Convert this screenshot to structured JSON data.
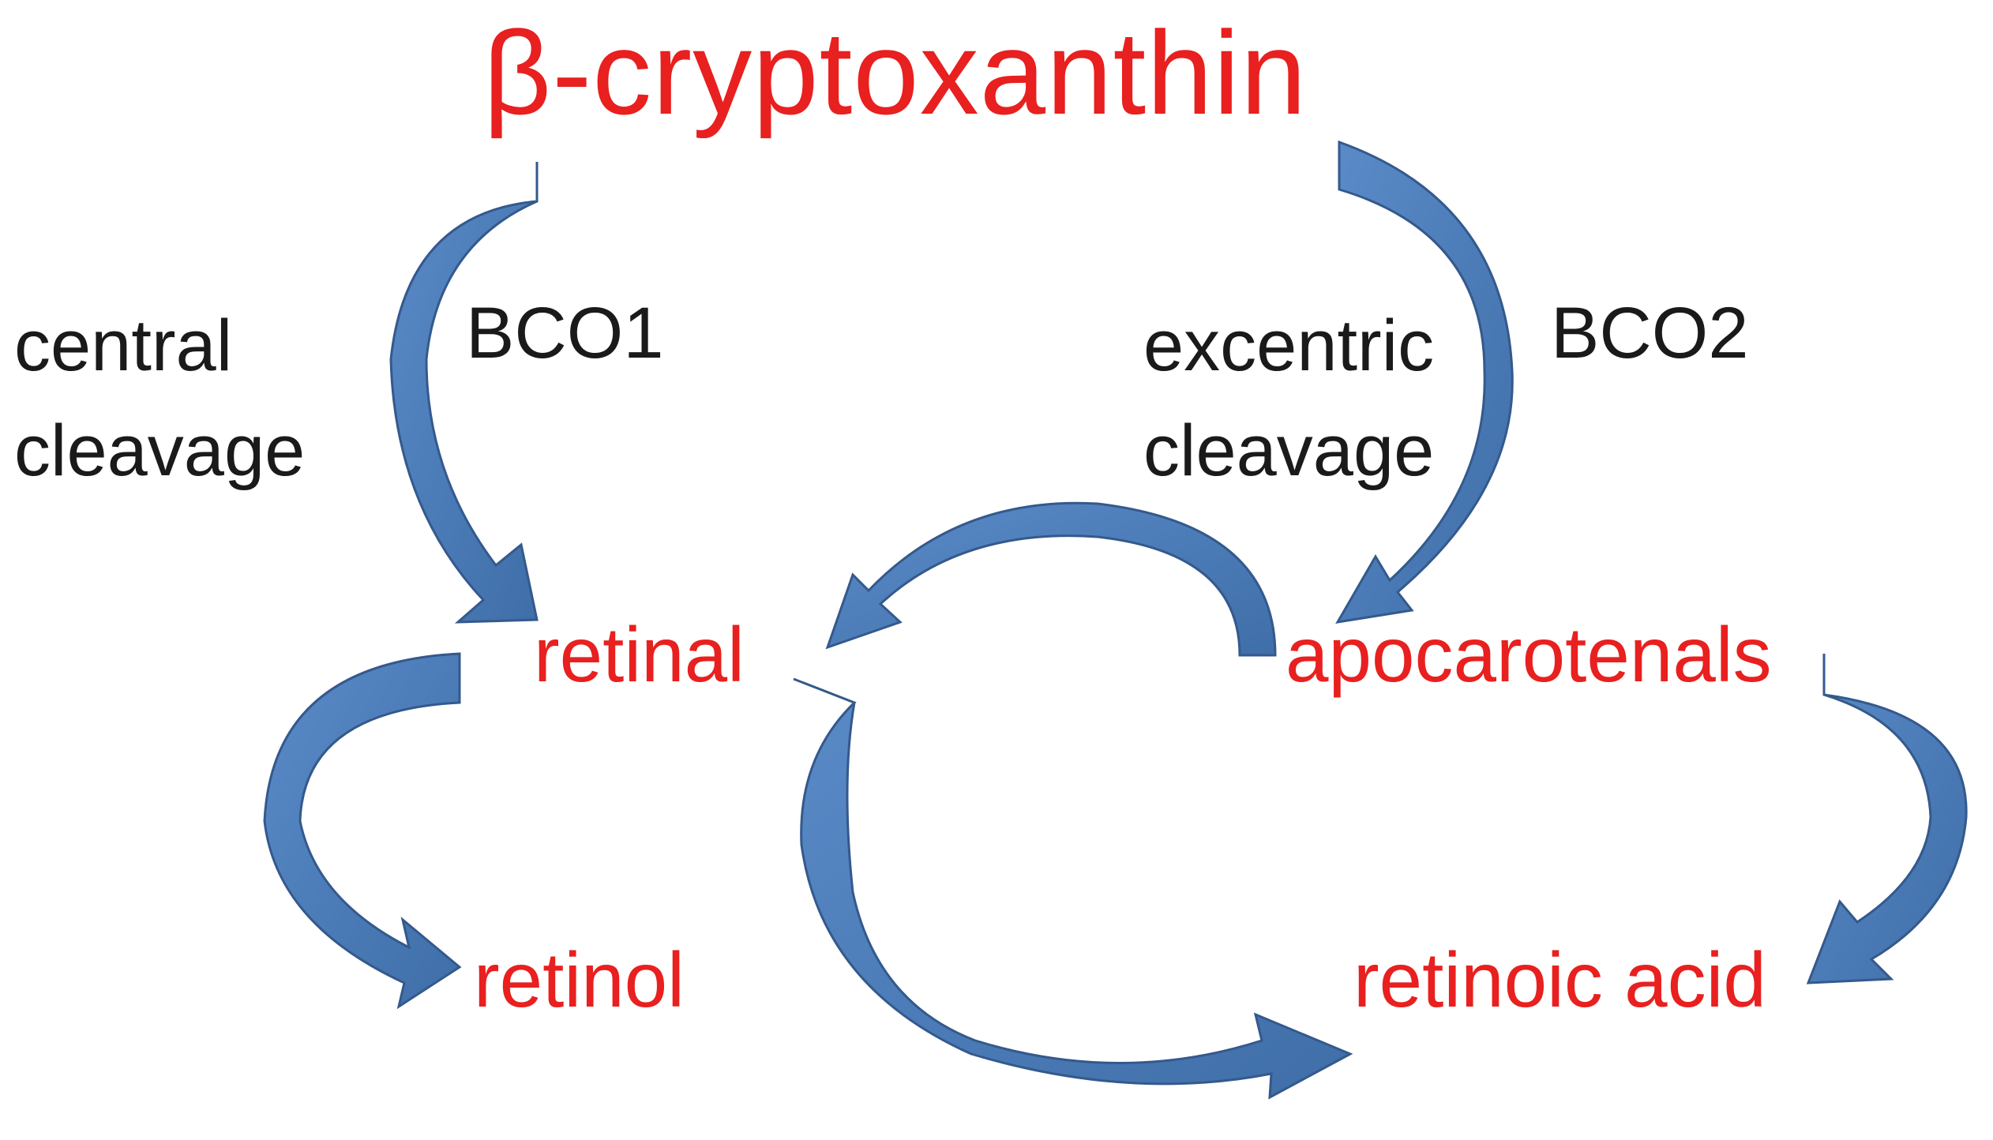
{
  "title": "β-cryptoxanthin",
  "pathways": {
    "central": {
      "label_line1": "central",
      "label_line2": "cleavage",
      "enzyme": "BCO1"
    },
    "excentric": {
      "label_line1": "excentric",
      "label_line2": "cleavage",
      "enzyme": "BCO2"
    }
  },
  "products": {
    "retinal": "retinal",
    "apocarotenals": "apocarotenals",
    "retinol": "retinol",
    "retinoic_acid": "retinoic acid"
  },
  "arrows": [
    {
      "from": "β-cryptoxanthin",
      "to": "retinal"
    },
    {
      "from": "β-cryptoxanthin",
      "to": "apocarotenals"
    },
    {
      "from": "apocarotenals",
      "to": "retinal"
    },
    {
      "from": "retinal",
      "to": "retinol"
    },
    {
      "from": "retinal",
      "to": "retinoic acid"
    },
    {
      "from": "apocarotenals",
      "to": "retinoic acid"
    }
  ],
  "colors": {
    "product_text": "#e8201f",
    "label_text": "#1a1a1a",
    "arrow_fill": "#4a7ab8",
    "arrow_stroke": "#34598c"
  }
}
